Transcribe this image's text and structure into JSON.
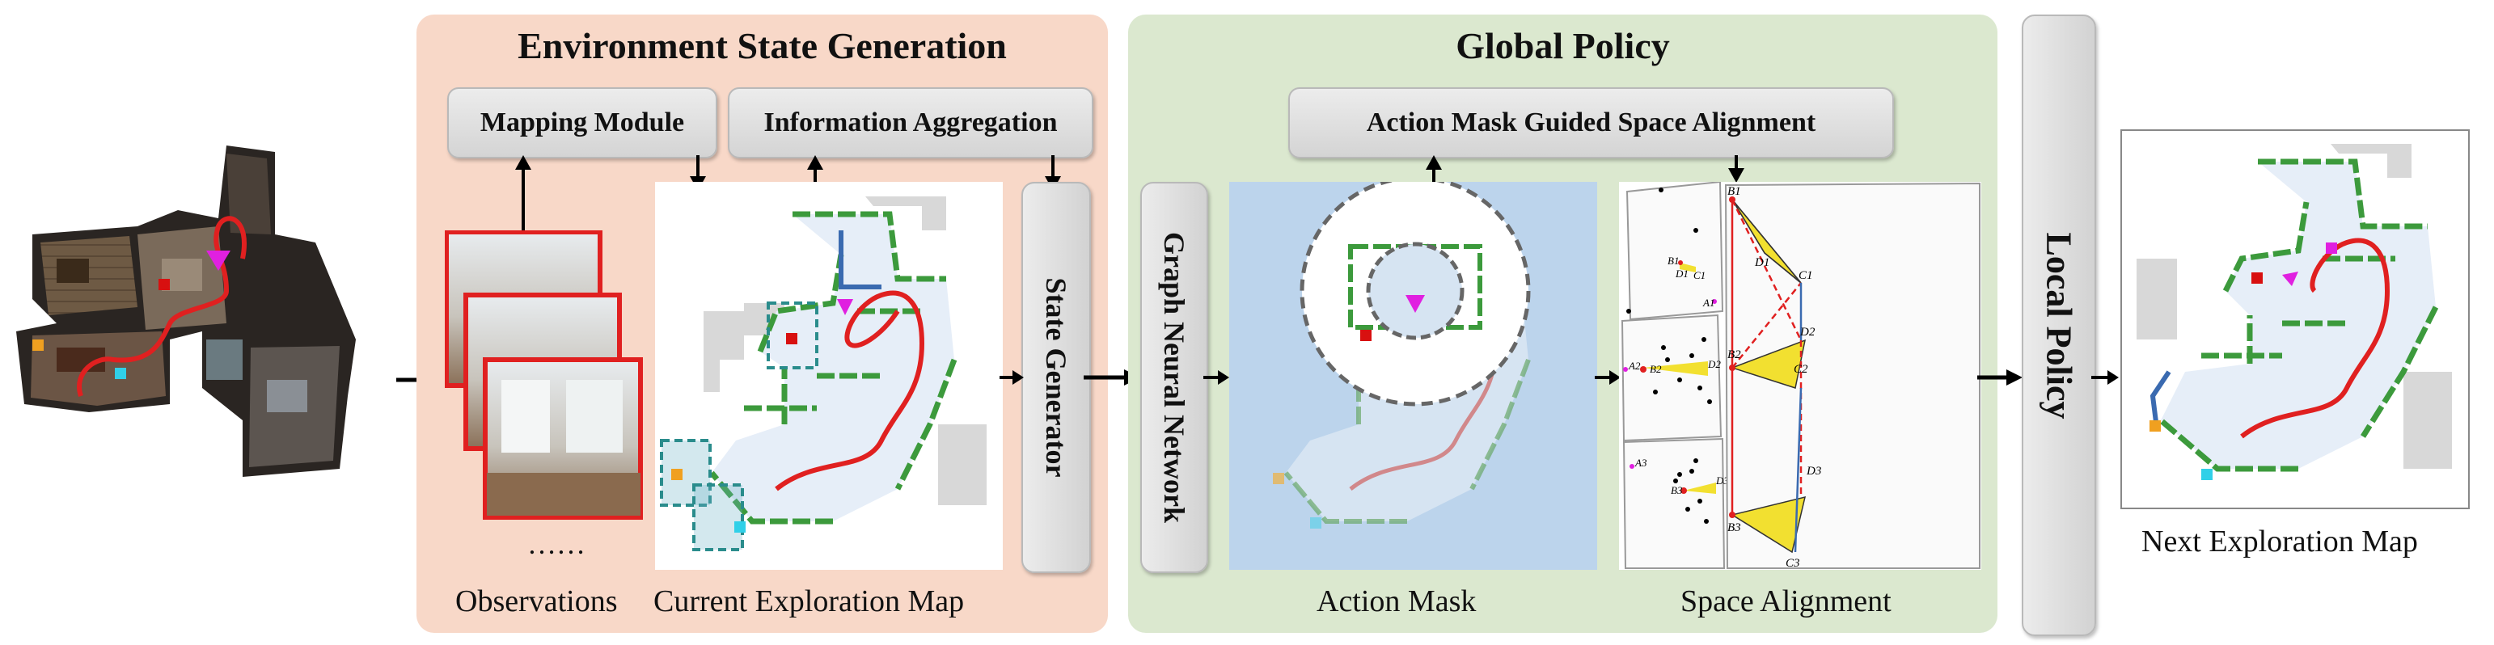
{
  "panels": {
    "env": {
      "title": "Environment State Generation",
      "bg": "#f8d8c8"
    },
    "global": {
      "title": "Global Policy",
      "bg": "#dbe8cf"
    }
  },
  "modules": {
    "mapping": "Mapping Module",
    "aggregation": "Information Aggregation",
    "state_generator": "State Generator",
    "gnn": "Graph Neural Network",
    "action_mask_alignment": "Action Mask Guided Space Alignment",
    "local_policy": "Local Policy"
  },
  "captions": {
    "observations": "Observations",
    "ellipsis": "……",
    "current_map": "Current Exploration Map",
    "action_mask": "Action Mask",
    "space_alignment": "Space Alignment",
    "next_map": "Next Exploration Map"
  },
  "alignment_labels": {
    "b1_small": "B1",
    "d1_small": "D1",
    "c1_small": "C1",
    "a1": "A1",
    "a2": "A2",
    "b2_small": "B2",
    "d2_small": "D2",
    "a3": "A3",
    "b3_small": "B3",
    "d3_small": "D3",
    "b1": "B1",
    "c1": "C1",
    "d1": "D1",
    "b2": "B2",
    "c2": "C2",
    "d2": "D2",
    "b3": "B3",
    "c3": "C3",
    "d3": "D3"
  },
  "colors": {
    "trajectory": "#e02020",
    "agent": "#e020e0",
    "goal_red": "#d81010",
    "goal_orange": "#f0a020",
    "goal_cyan": "#30d0e8",
    "wall": "#3c9a3c",
    "wall_blue": "#3a6ab0",
    "explored": "#e6eef8",
    "frame": "#e02020",
    "patch": "#2a8c8c",
    "triangle": "#f2e030"
  }
}
